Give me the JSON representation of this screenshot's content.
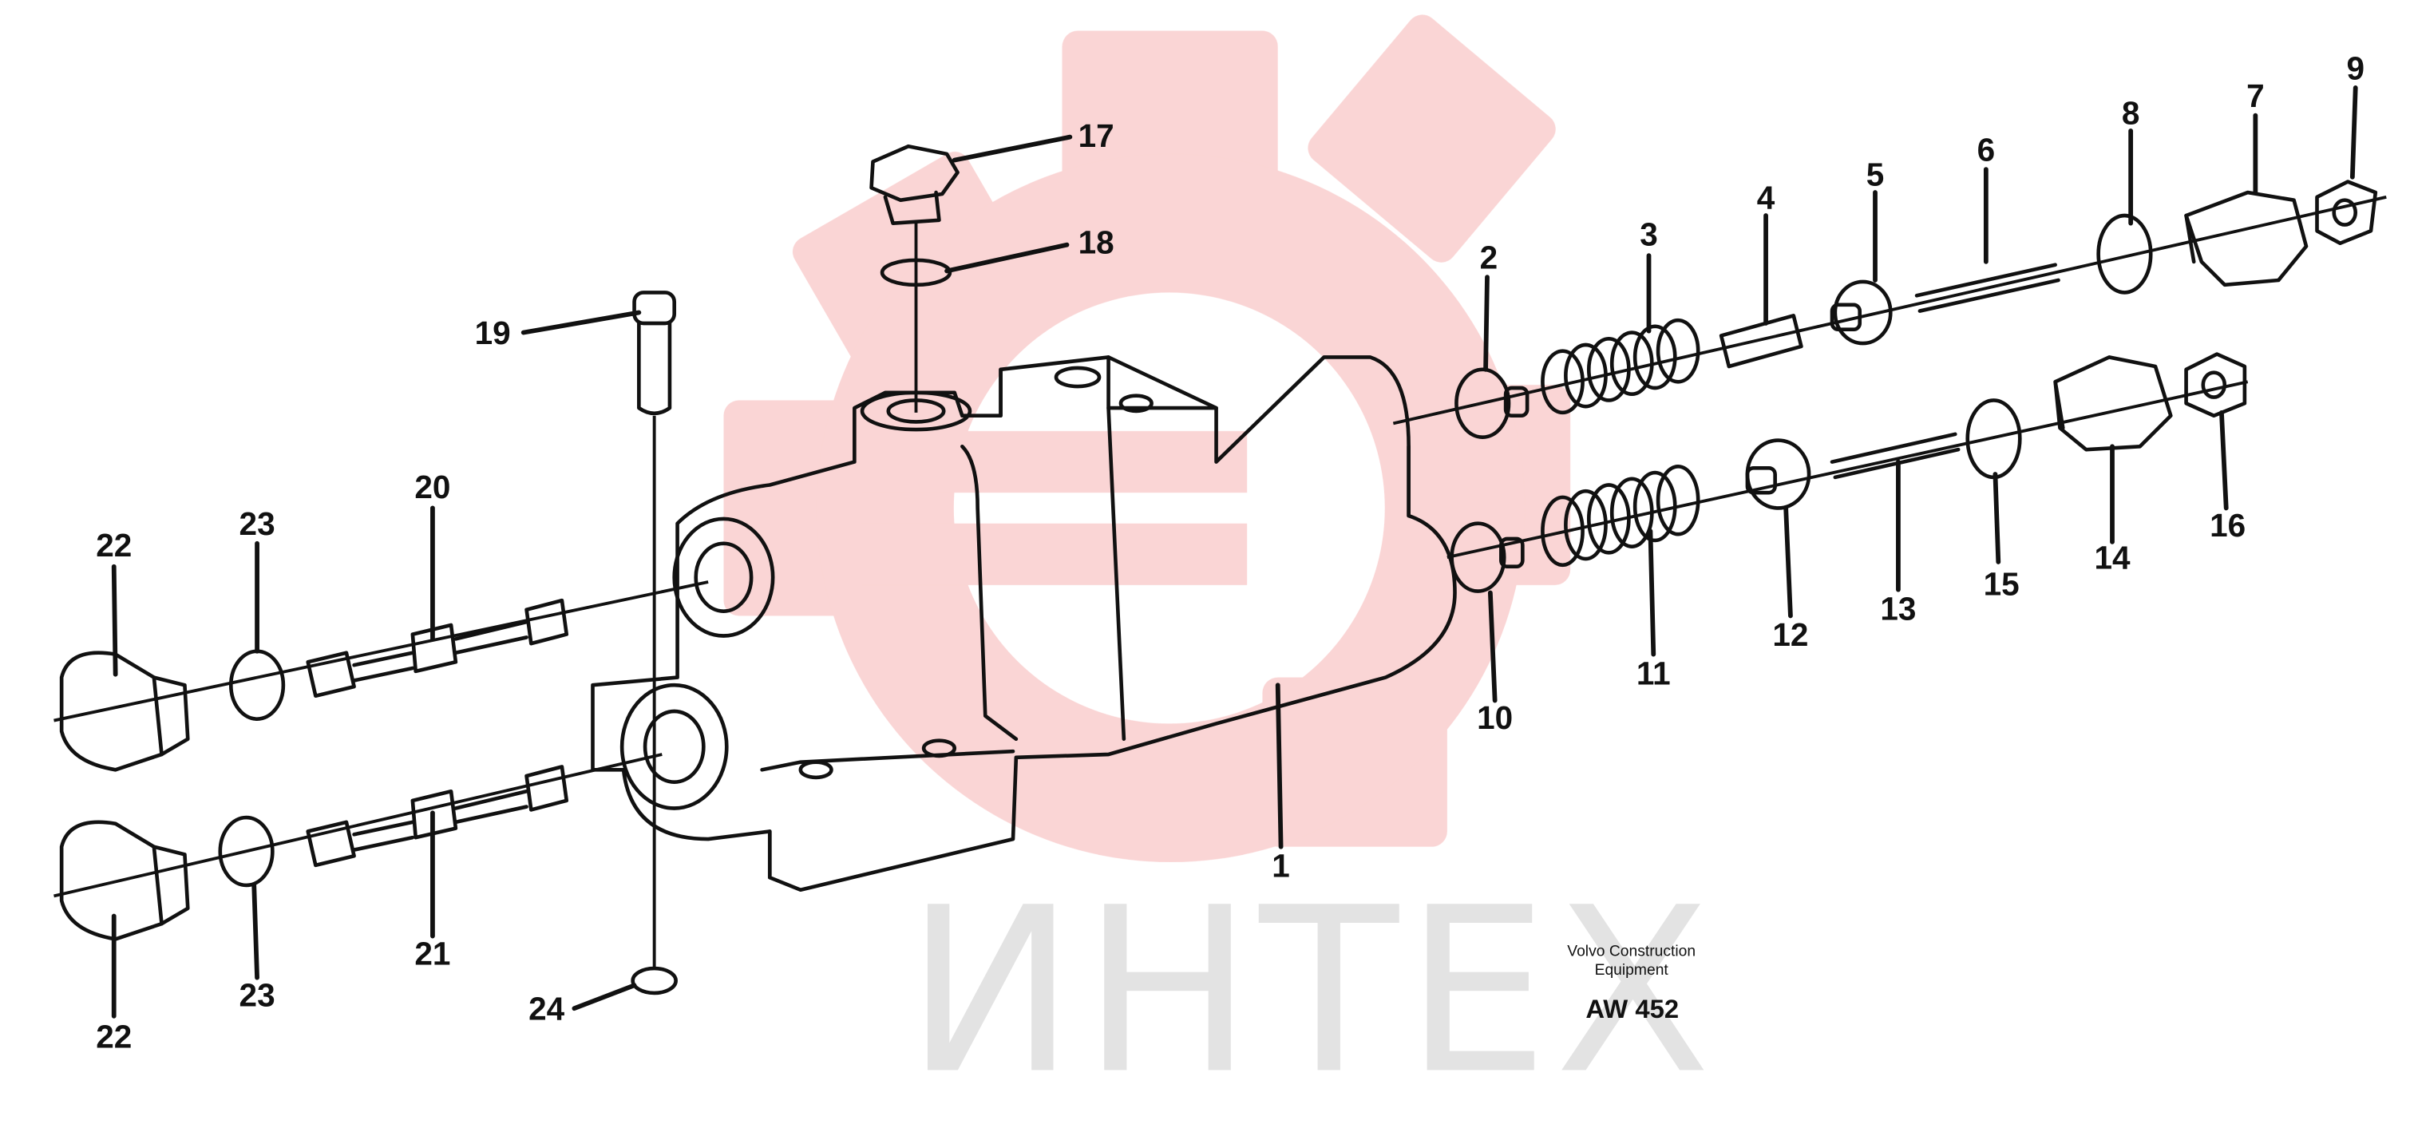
{
  "diagram": {
    "part_numbers": [
      "1",
      "2",
      "3",
      "4",
      "5",
      "6",
      "7",
      "8",
      "9",
      "10",
      "11",
      "12",
      "13",
      "14",
      "15",
      "16",
      "17",
      "18",
      "19",
      "20",
      "21",
      "22",
      "22",
      "23",
      "23",
      "24"
    ],
    "watermark_text": "ИНТЕХ",
    "manufacturer_line1": "Volvo Construction",
    "manufacturer_line2": "Equipment",
    "drawing_code": "AW 452",
    "watermark_logo": "gear-logo",
    "colors": {
      "ink": "#111111",
      "watermark_red": "#e8403f"
    }
  }
}
